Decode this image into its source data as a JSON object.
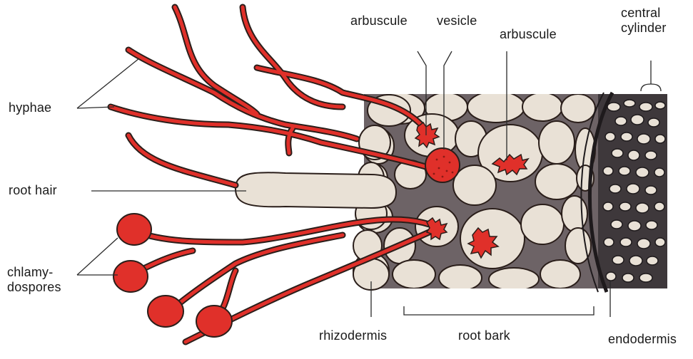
{
  "labels": {
    "hyphae": "hyphae",
    "root_hair": "root hair",
    "chlamydospores": "chlamy-\ndospores",
    "arbuscule_left": "arbuscule",
    "vesicle": "vesicle",
    "arbuscule_right": "arbuscule",
    "central_cylinder": "central\ncylinder",
    "rhizodermis": "rhizodermis",
    "root_bark": "root bark",
    "endodermis": "endodermis"
  },
  "colors": {
    "fungus_red": "#e0302a",
    "fungus_outline": "#2a1e1a",
    "cell_fill": "#e9e1d6",
    "tissue_dark": "#6d6366",
    "cylinder_dark": "#3e383b",
    "leader_line": "#2a2a2a"
  }
}
